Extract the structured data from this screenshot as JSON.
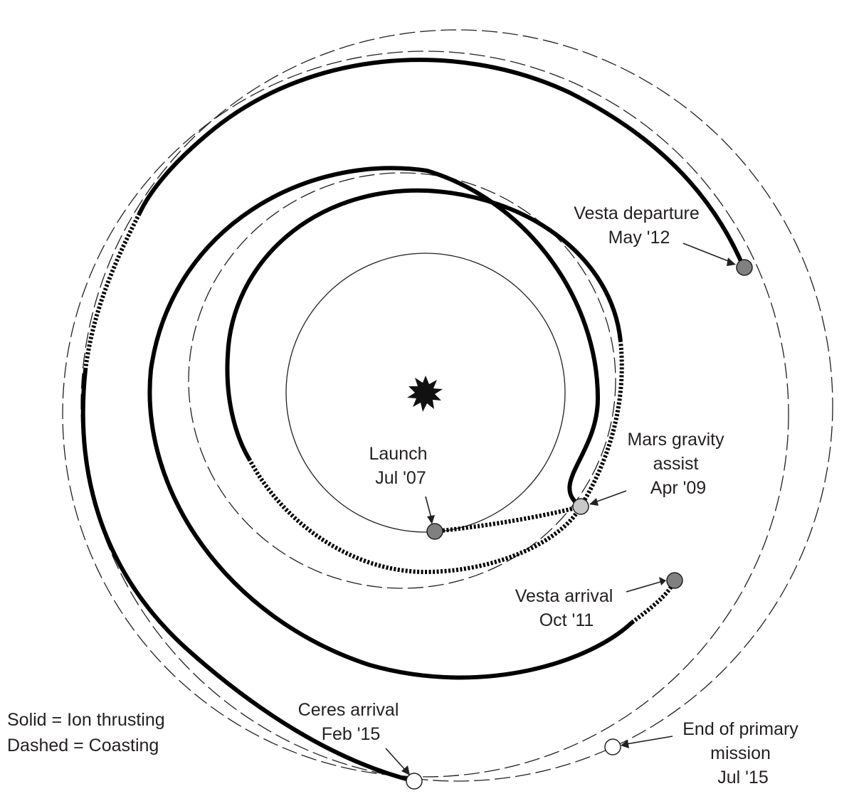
{
  "labels": {
    "launch": [
      "Launch",
      "Jul '07"
    ],
    "mars": [
      "Mars gravity",
      "assist",
      "Apr '09"
    ],
    "vesta_arrival": [
      "Vesta arrival",
      "Oct '11"
    ],
    "vesta_departure": [
      "Vesta departure",
      "May '12"
    ],
    "ceres_arrival": [
      "Ceres arrival",
      "Feb '15"
    ],
    "end_mission": [
      "End of primary",
      "mission",
      "Jul '15"
    ]
  },
  "legend": {
    "solid": "Solid = Ion thrusting",
    "dashed": "Dashed = Coasting"
  },
  "colors": {
    "ink": "#231f20",
    "marker_dark": "#808080",
    "marker_light": "#c8c8c8",
    "marker_white": "#ffffff"
  }
}
